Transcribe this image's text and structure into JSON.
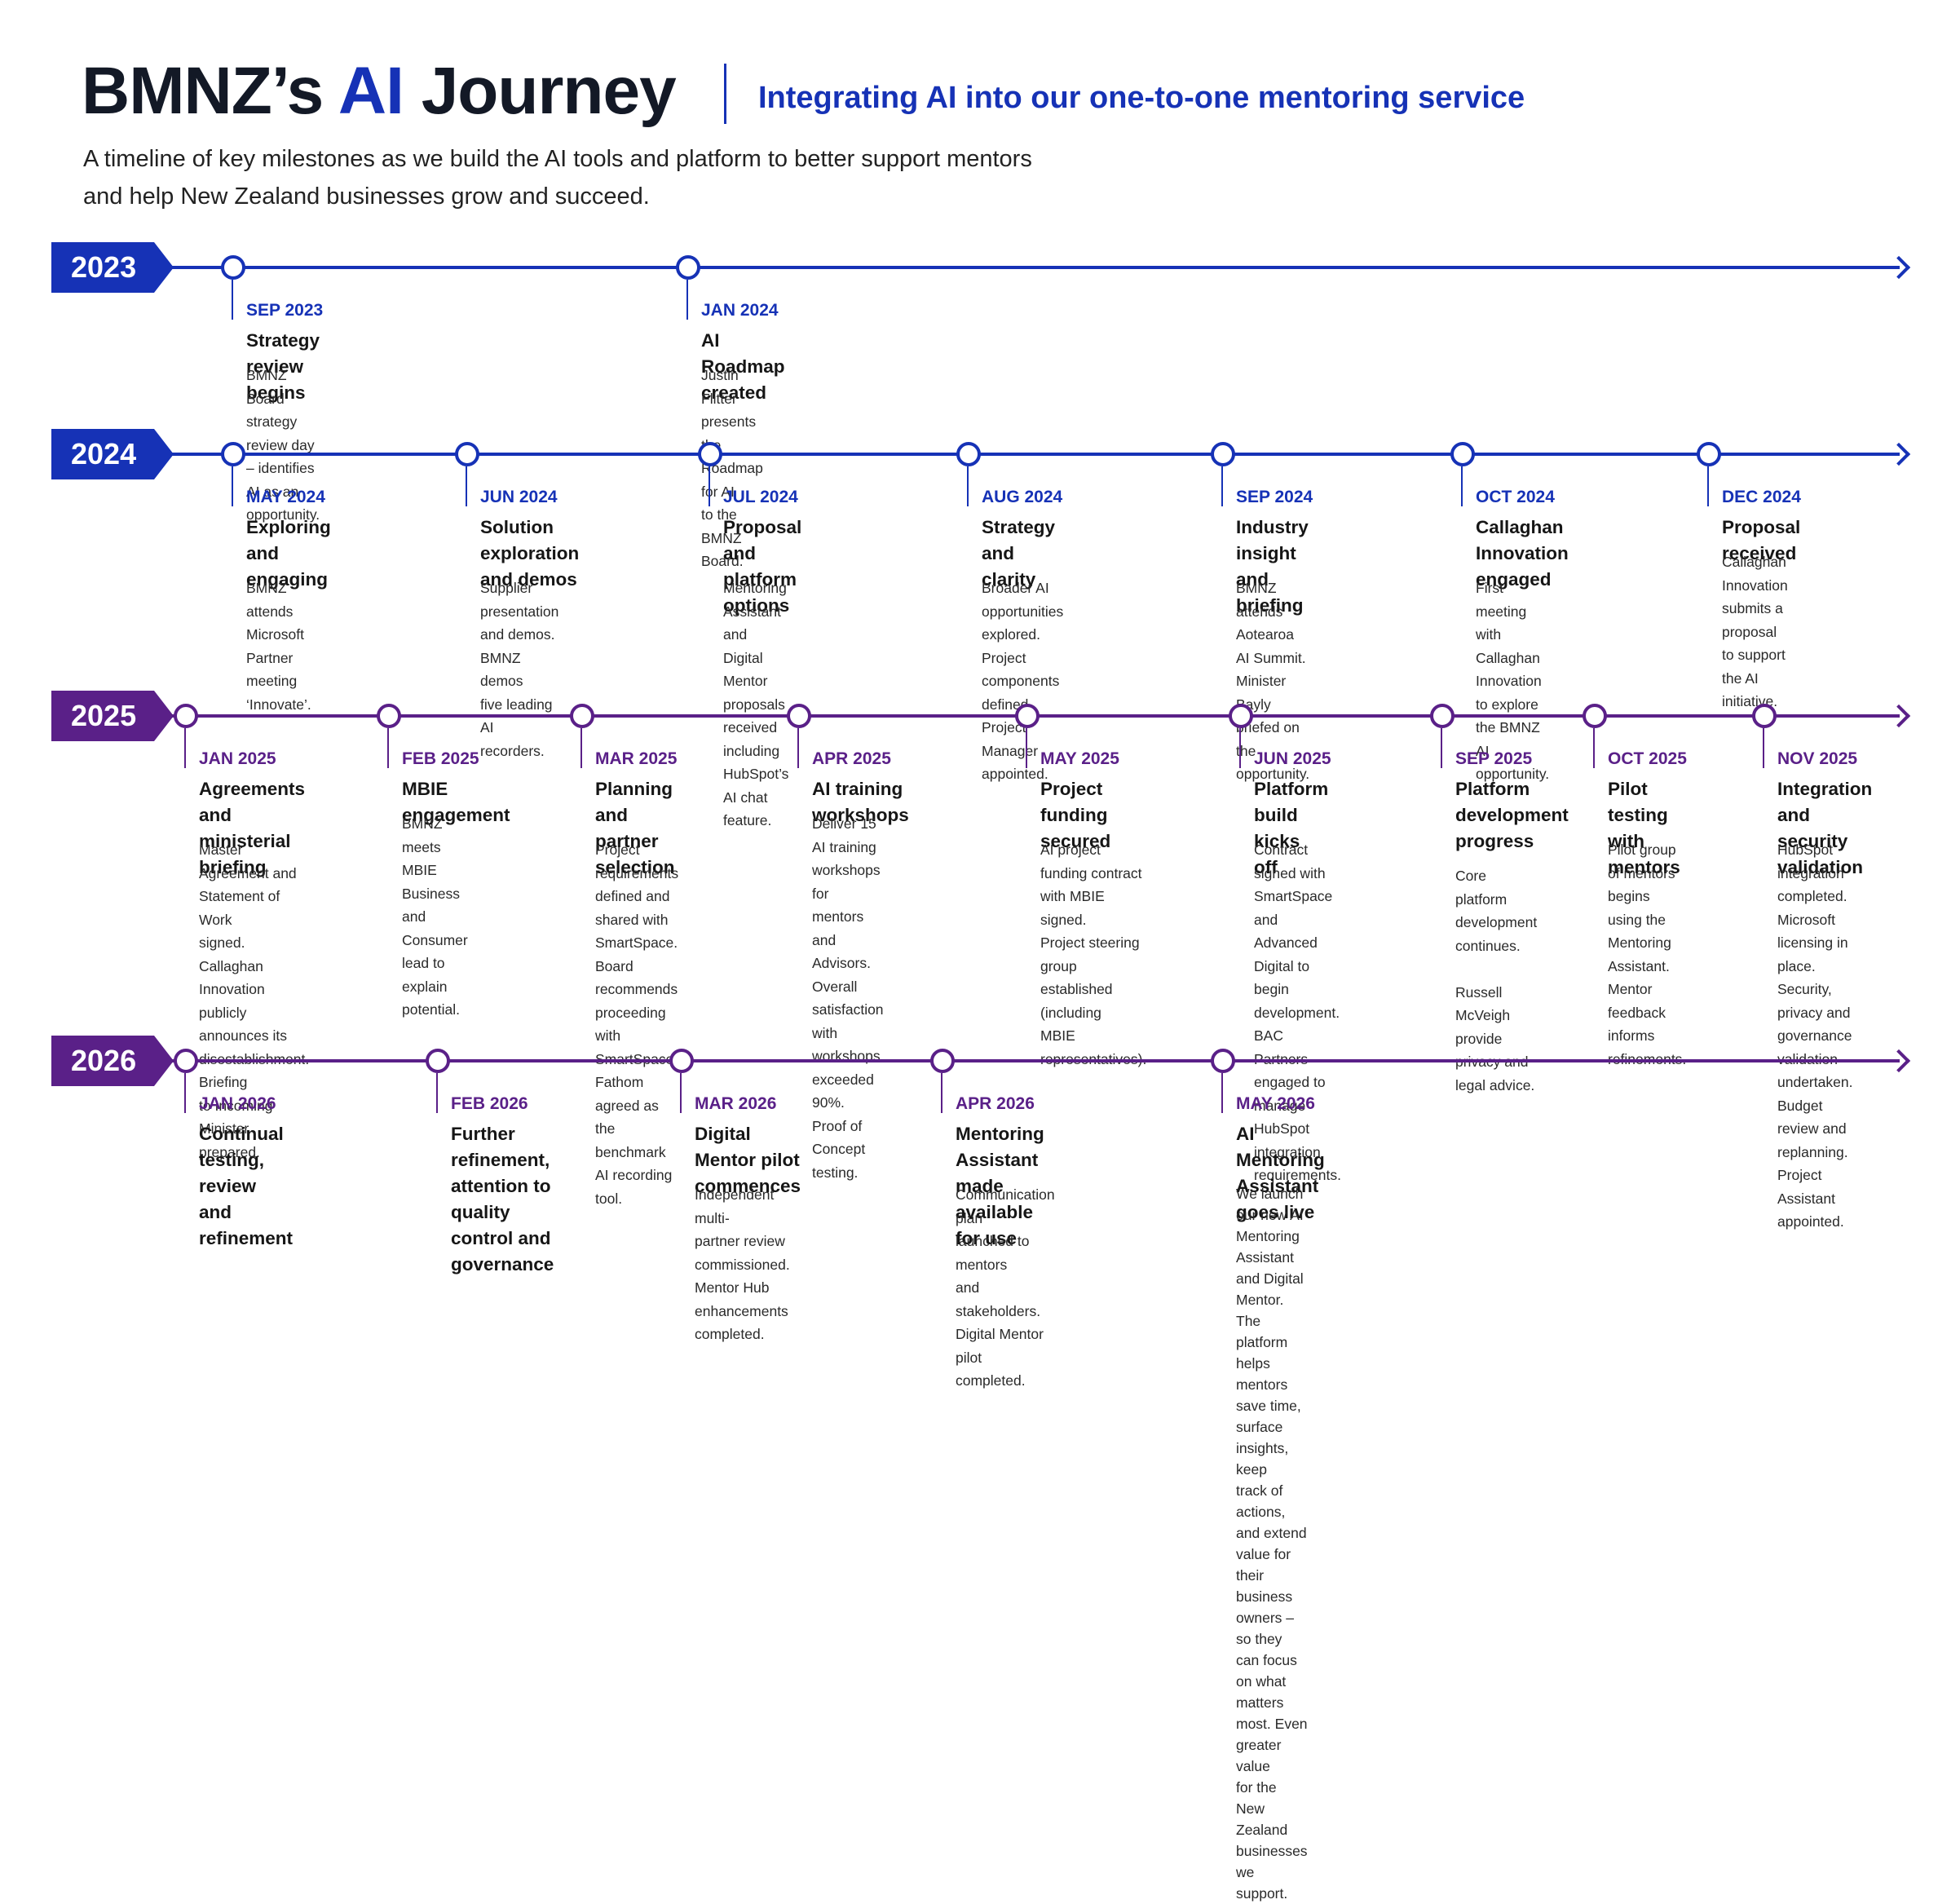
{
  "header": {
    "title_part1": "BMNZ’s ",
    "title_accent": "AI",
    "title_part2": " Journey",
    "subtitle": "Integrating AI into our one-to-one mentoring service",
    "intro_line1": "A timeline of key milestones as we build the AI tools and platform to better support mentors",
    "intro_line2": "and help New Zealand businesses grow and succeed."
  },
  "colors": {
    "blue": "#1632b6",
    "purple": "#5a2088",
    "title_dark": "#131926"
  },
  "rows": [
    {
      "year": "2023",
      "milestones": [
        {
          "date": "SEP 2023",
          "title": "Strategy review begins",
          "desc": "BMNZ Board strategy\nreview day – identifies\nAI as an opportunity."
        },
        {
          "date": "JAN 2024",
          "title": "AI Roadmap created",
          "desc": "Justin Flitter presents\nthe Roadmap for AI\nto the BMNZ Board."
        }
      ]
    },
    {
      "year": "2024",
      "milestones": [
        {
          "date": "MAY 2024",
          "title": "Exploring and\nengaging",
          "desc": "BMNZ attends Microsoft\nPartner meeting ‘Innovate’."
        },
        {
          "date": "JUN 2024",
          "title": "Solution exploration\nand demos",
          "desc": "Supplier presentation\nand demos. BMNZ demos\nfive leading AI recorders."
        },
        {
          "date": "JUL 2024",
          "title": "Proposal and\nplatform options",
          "desc": "Mentoring Assistant and\nDigital Mentor proposals\nreceived including\nHubSpot’s AI chat feature."
        },
        {
          "date": "AUG 2024",
          "title": "Strategy and\nclarity",
          "desc": "Broader AI opportunities\nexplored. Project\ncomponents defined.\nProject Manager\nappointed."
        },
        {
          "date": "SEP 2024",
          "title": "Industry insight\nand briefing",
          "desc": "BMNZ attends Aotearoa\nAI Summit. Minister Bayly\nbriefed on the opportunity."
        },
        {
          "date": "OCT 2024",
          "title": "Callaghan Innovation\nengaged",
          "desc": "First meeting with\nCallaghan Innovation\nto explore the BMNZ\nAI opportunity."
        },
        {
          "date": "DEC 2024",
          "title": "Proposal received",
          "desc": "Callaghan Innovation\nsubmits a proposal\nto support the AI\ninitiative."
        }
      ]
    },
    {
      "year": "2025",
      "milestones": [
        {
          "date": "JAN 2025",
          "title": "Agreements and\nministerial briefing",
          "desc": "Master Agreement and\nStatement of Work\nsigned. Callaghan Innovation\npublicly announces its\ndisestablishment. Briefing\nto Incoming Minister\nprepared."
        },
        {
          "date": "FEB 2025",
          "title": "MBIE engagement",
          "desc": "BMNZ meets MBIE\nBusiness and Consumer\nlead to explain potential."
        },
        {
          "date": "MAR 2025",
          "title": "Planning and\npartner selection",
          "desc": "Project requirements\ndefined and shared with\nSmartSpace. Board\nrecommends proceeding\nwith SmartSpace.\nFathom agreed as the\nbenchmark AI recording tool."
        },
        {
          "date": "APR 2025",
          "title": "AI training workshops",
          "desc": "Deliver 15 AI training\nworkshops for mentors\nand Advisors. Overall\nsatisfaction with\nworkshops exceeded 90%.\nProof of Concept testing."
        },
        {
          "date": "MAY 2025",
          "title": "Project funding\nsecured",
          "desc": "AI project funding contract\nwith MBIE signed.\nProject steering group\nestablished (including\nMBIE representatives)."
        },
        {
          "date": "JUN 2025",
          "title": "Platform build\nkicks off",
          "desc": "Contract signed with\nSmartSpace and Advanced\nDigital to begin\ndevelopment. BAC\nPartners engaged to\nmanage HubSpot\nintegration requirements."
        },
        {
          "date": "SEP 2025",
          "title": "Platform\ndevelopment\nprogress",
          "desc": "Core platform\ndevelopment\ncontinues.\n\nRussell McVeigh\nprovide privacy and\nlegal advice."
        },
        {
          "date": "OCT 2025",
          "title": "Pilot testing\nwith mentors",
          "desc": "Pilot group of mentors\nbegins using the\nMentoring Assistant.\nMentor feedback\ninforms refinements."
        },
        {
          "date": "NOV 2025",
          "title": "Integration and\nsecurity validation",
          "desc": "HubSpot integration\ncompleted. Microsoft\nlicensing in place.\nSecurity, privacy and\ngovernance validation\nundertaken. Budget\nreview and replanning.\nProject Assistant\nappointed."
        }
      ]
    },
    {
      "year": "2026",
      "milestones": [
        {
          "date": "JAN 2026",
          "title": "Continual testing,\nreview and\nrefinement",
          "desc": ""
        },
        {
          "date": "FEB 2026",
          "title": "Further refinement,\nattention to quality\ncontrol and\ngovernance",
          "desc": ""
        },
        {
          "date": "MAR 2026",
          "title": "Digital Mentor pilot\ncommences",
          "desc": "Independent multi-\npartner review\ncommissioned.\nMentor Hub\nenhancements\ncompleted."
        },
        {
          "date": "APR 2026",
          "title": "Mentoring Assistant\nmade available for use",
          "desc": "Communication plan\nlaunched to mentors\nand stakeholders.\nDigital Mentor pilot\ncompleted."
        },
        {
          "date": "MAY 2026",
          "title": "AI Mentoring Assistant\ngoes live",
          "desc": "We launch our new AI Mentoring Assistant\nand Digital Mentor. The platform helps\nmentors save time, surface insights, keep\ntrack of actions, and extend value for\ntheir business owners – so they can focus\non what matters most. Even greater value\nfor the New Zealand businesses we support."
        }
      ]
    }
  ]
}
